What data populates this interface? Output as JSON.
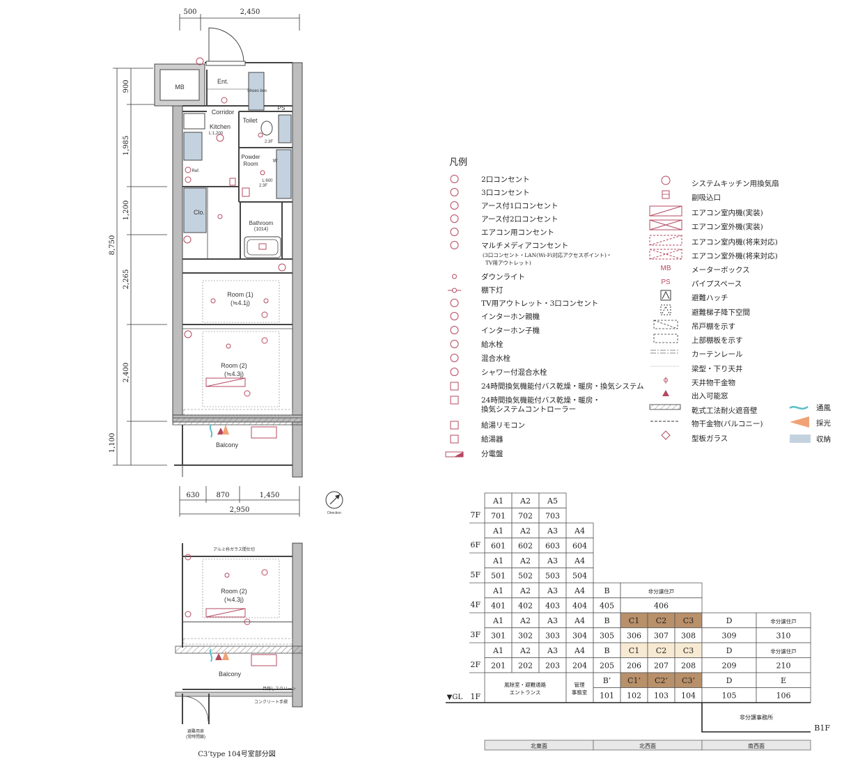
{
  "plan": {
    "top_dims": [
      "500",
      "2,450"
    ],
    "left_dims": [
      "900",
      "1,985",
      "1,200",
      "2,265",
      "2,400",
      "1,100"
    ],
    "total_height": "8,750",
    "bottom_dims": [
      "630",
      "870",
      "1,450"
    ],
    "total_width": "2,950",
    "compass_label": "Direction",
    "labels": {
      "mb": "MB",
      "ent": "Ent.",
      "shoe_box": "Shoes box",
      "ps": "PS",
      "corridor": "Corridor",
      "kitchen": "Kitchen",
      "kitchen_len": "L:1,200",
      "toilet": "Toilet",
      "toilet_h": "2.3F",
      "powder": "Powder Room",
      "powder_len": "L:600",
      "powder_h": "2.3F",
      "w_mark": "W",
      "ref": "Ref.",
      "clo": "Clo.",
      "bathroom": "Bathroom",
      "bathroom_size": "(1014)",
      "room1": "Room (1)",
      "room1_size": "(≒4.1j)",
      "room2": "Room (2)",
      "room2_size": "(≒4.3j)",
      "balcony": "Balcony"
    }
  },
  "partial": {
    "glass_partition": "アルミ枠ガラス間仕切",
    "room2": "Room (2)",
    "room2_size": "(≒4.3j)",
    "balcony": "Balcony",
    "screen": "目隠しスクリーン",
    "concrete_rail": "コンクリート手摺",
    "escape_door": "避難用扉",
    "escape_door_note": "(常時閉鎖)",
    "caption": "C3’type 104号室部分図"
  },
  "legend": {
    "title": "凡例",
    "left": [
      {
        "icon": "outlet-2-icon",
        "label": "2口コンセント"
      },
      {
        "icon": "outlet-3-icon",
        "label": "3口コンセント"
      },
      {
        "icon": "earth-outlet-1-icon",
        "label": "アース付1口コンセント"
      },
      {
        "icon": "earth-outlet-2-icon",
        "label": "アース付2口コンセント"
      },
      {
        "icon": "aircon-outlet-icon",
        "label": "エアコン用コンセント"
      },
      {
        "icon": "multimedia-outlet-icon",
        "label": "マルチメディアコンセント",
        "note1": "(3口コンセント・LAN(Wi-Fi対応アクセスポイント)・",
        "note2": "TV用アウトレット)"
      },
      {
        "icon": "downlight-icon",
        "label": "ダウンライト"
      },
      {
        "icon": "under-shelf-light-icon",
        "label": "棚下灯"
      },
      {
        "icon": "tv-outlet-icon",
        "label": "TV用アウトレット・3口コンセント"
      },
      {
        "icon": "intercom-main-icon",
        "label": "インターホン親機"
      },
      {
        "icon": "intercom-sub-icon",
        "label": "インターホン子機"
      },
      {
        "icon": "water-tap-icon",
        "label": "給水栓"
      },
      {
        "icon": "mixer-tap-icon",
        "label": "混合水栓"
      },
      {
        "icon": "shower-mixer-icon",
        "label": "シャワー付混合水栓"
      },
      {
        "icon": "bath-dryer-icon",
        "label": "24時間換気機能付バス乾燥・暖房・換気システム"
      },
      {
        "icon": "bath-controller-icon",
        "label": "24時間換気機能付バス乾燥・暖房・",
        "label2": "換気システムコントローラー"
      },
      {
        "icon": "hot-water-remote-icon",
        "label": "給湯リモコン"
      },
      {
        "icon": "water-heater-icon",
        "label": "給湯器"
      },
      {
        "icon": "distribution-board-icon",
        "label": "分電盤"
      }
    ],
    "right": [
      {
        "icon": "kitchen-fan-icon",
        "label": "システムキッチン用換気扇"
      },
      {
        "icon": "air-intake-icon",
        "label": "副吸込口"
      },
      {
        "icon": "aircon-indoor-icon",
        "label": "エアコン室内機(実装)"
      },
      {
        "icon": "aircon-outdoor-icon",
        "label": "エアコン室外機(実装)"
      },
      {
        "icon": "aircon-indoor-future-icon",
        "label": "エアコン室内機(将来対応)"
      },
      {
        "icon": "aircon-outdoor-future-icon",
        "label": "エアコン室外機(将来対応)"
      },
      {
        "icon": "mb-text",
        "text": "MB",
        "label": "メーターボックス"
      },
      {
        "icon": "ps-text",
        "text": "PS",
        "label": "パイプスペース"
      },
      {
        "icon": "escape-hatch-icon",
        "label": "避難ハッチ"
      },
      {
        "icon": "escape-ladder-icon",
        "label": "避難梯子降下空間"
      },
      {
        "icon": "hanging-cabinet-icon",
        "label": "吊戸棚を示す"
      },
      {
        "icon": "upper-shelf-icon",
        "label": "上部棚板を示す"
      },
      {
        "icon": "curtain-rail-icon",
        "label": "カーテンレール"
      },
      {
        "icon": "beam-icon",
        "label": "梁型・下り天井"
      },
      {
        "icon": "ceiling-hanger-icon",
        "label": "天井物干金物"
      },
      {
        "icon": "openable-window-icon",
        "label": "出入可能窓"
      },
      {
        "icon": "fireproof-wall-icon",
        "label": "乾式工法耐火遮音壁"
      },
      {
        "icon": "balcony-hanger-icon",
        "label": "物干金物(バルコニー)"
      },
      {
        "icon": "patterned-glass-icon",
        "label": "型板ガラス"
      }
    ],
    "extra": [
      {
        "icon": "ventilation-icon",
        "label": "通風",
        "color": "#5bbfc9"
      },
      {
        "icon": "daylight-icon",
        "label": "採光",
        "color": "#f0a276"
      },
      {
        "icon": "storage-icon",
        "label": "収納",
        "color": "#c4d2df"
      }
    ]
  },
  "key_plan": {
    "floor_labels": [
      "7F",
      "6F",
      "5F",
      "4F",
      "3F",
      "2F",
      "1F",
      "B1F"
    ],
    "gl_label": "▼GL",
    "highlight_dark": "#b8906a",
    "highlight_light": "#f7ead2",
    "rows": {
      "7F": {
        "types": [
          "A1",
          "A2",
          "A5"
        ],
        "rooms": [
          "701",
          "702",
          "703"
        ]
      },
      "6F": {
        "types": [
          "A1",
          "A2",
          "A3",
          "A4"
        ],
        "rooms": [
          "601",
          "602",
          "603",
          "604"
        ]
      },
      "5F": {
        "types": [
          "A1",
          "A2",
          "A3",
          "A4"
        ],
        "rooms": [
          "501",
          "502",
          "503",
          "504"
        ]
      },
      "4F": {
        "types": [
          "A1",
          "A2",
          "A3",
          "A4",
          "B",
          "非分譲住戸"
        ],
        "rooms": [
          "401",
          "402",
          "403",
          "404",
          "405",
          "406"
        ]
      },
      "3F": {
        "types": [
          "A1",
          "A2",
          "A3",
          "A4",
          "B",
          "C1",
          "C2",
          "C3",
          "D",
          "非分譲住戸"
        ],
        "rooms": [
          "301",
          "302",
          "303",
          "304",
          "305",
          "306",
          "307",
          "308",
          "309",
          "310"
        ]
      },
      "2F": {
        "types": [
          "A1",
          "A2",
          "A3",
          "A4",
          "B",
          "C1",
          "C2",
          "C3",
          "D",
          "非分譲住戸"
        ],
        "rooms": [
          "201",
          "202",
          "203",
          "204",
          "205",
          "206",
          "207",
          "208",
          "209",
          "210"
        ]
      },
      "1F": {
        "entrance": "風除室・避難通路",
        "entrance2": "エントランス",
        "office": "管理",
        "office2": "事務室",
        "types": [
          "B’",
          "C1’",
          "C2’",
          "C3’",
          "D",
          "E"
        ],
        "rooms": [
          "101",
          "102",
          "103",
          "104",
          "105",
          "106"
        ]
      },
      "B1F": {
        "label": "非分譲事務所"
      }
    },
    "facades": [
      "北東面",
      "北西面",
      "南西面"
    ]
  }
}
